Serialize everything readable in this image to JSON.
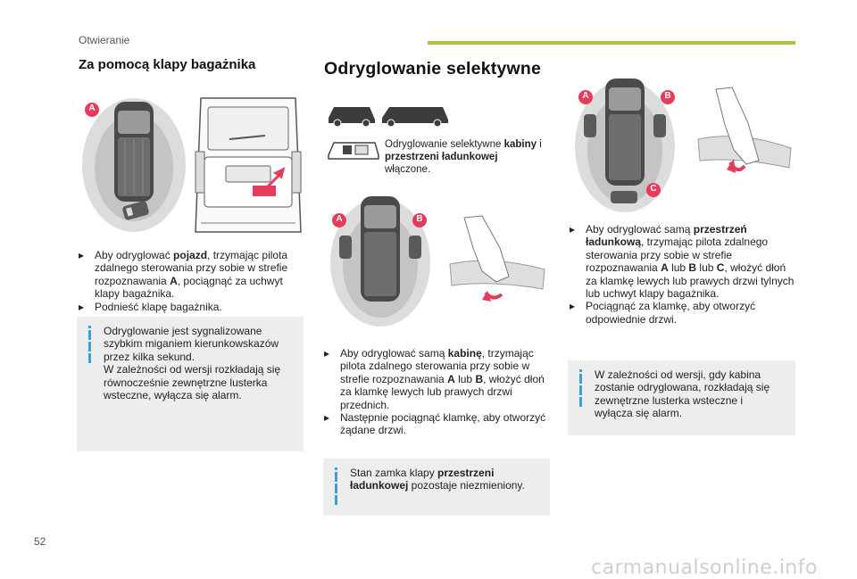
{
  "header": {
    "section": "Otwieranie",
    "accent_color": "#a8c63a"
  },
  "left": {
    "title": "Za pomocą klapy bagażnika",
    "badge": "A",
    "bullet1": {
      "t1": "Aby odryglować ",
      "b1": "pojazd",
      "t2": ", trzymając pilota zdalnego sterowania przy sobie w strefie rozpoznawania ",
      "b2": "A",
      "t3": ", pociągnąć za uchwyt klapy bagażnika."
    },
    "bullet2": "Podnieść klapę bagażnika.",
    "info": "Odryglowanie jest sygnalizowane szybkim miganiem kierunkowskazów przez kilka sekund.\nW zależności od wersji rozkładają się równocześnie zewnętrzne lusterka wsteczne, wyłącza się alarm."
  },
  "middle": {
    "title": "Odryglowanie selektywne",
    "vans_text": {
      "t1": "Odryglowanie selektywne ",
      "b1": "kabiny",
      "t2": " i ",
      "b2": "przestrzeni ładunkowej",
      "t3": " włączone."
    },
    "badges": [
      "A",
      "B"
    ],
    "bullet1": {
      "t1": "Aby odryglować samą ",
      "b1": "kabinę",
      "t2": ", trzymając pilota zdalnego sterowania przy sobie w strefie rozpoznawania ",
      "b2": "A",
      "t3": " lub ",
      "b3": "B",
      "t4": ", włożyć dłoń za klamkę lewych lub prawych drzwi przednich."
    },
    "bullet2": "Następnie pociągnąć klamkę, aby otworzyć żądane drzwi.",
    "info": {
      "t1": "Stan zamka klapy ",
      "b1": "przestrzeni ładunkowej",
      "t2": " pozostaje niezmieniony."
    }
  },
  "right": {
    "badges": [
      "A",
      "B",
      "C"
    ],
    "bullet1": {
      "t1": "Aby odryglować samą ",
      "b1": "przestrzeń ładunkową",
      "t2": ", trzymając pilota zdalnego sterowania przy sobie w strefie rozpoznawania ",
      "b2": "A",
      "t3": " lub ",
      "b3": "B",
      "t4": " lub ",
      "b4": "C",
      "t5": ", włożyć dłoń za klamkę lewych lub prawych drzwi tylnych lub uchwyt klapy bagażnika."
    },
    "bullet2": "Pociągnąć za klamkę, aby otworzyć odpowiednie drzwi.",
    "info": "W zależności od wersji, gdy kabina zostanie odryglowana, rozkładają się zewnętrzne lusterka wsteczne i wyłącza się alarm."
  },
  "footer": {
    "page_number": "52",
    "watermark": "carmanualsonline.info"
  },
  "colors": {
    "badge": "#e63b5b",
    "info_bg": "#ededed",
    "info_bar": "#3aa0dd"
  }
}
